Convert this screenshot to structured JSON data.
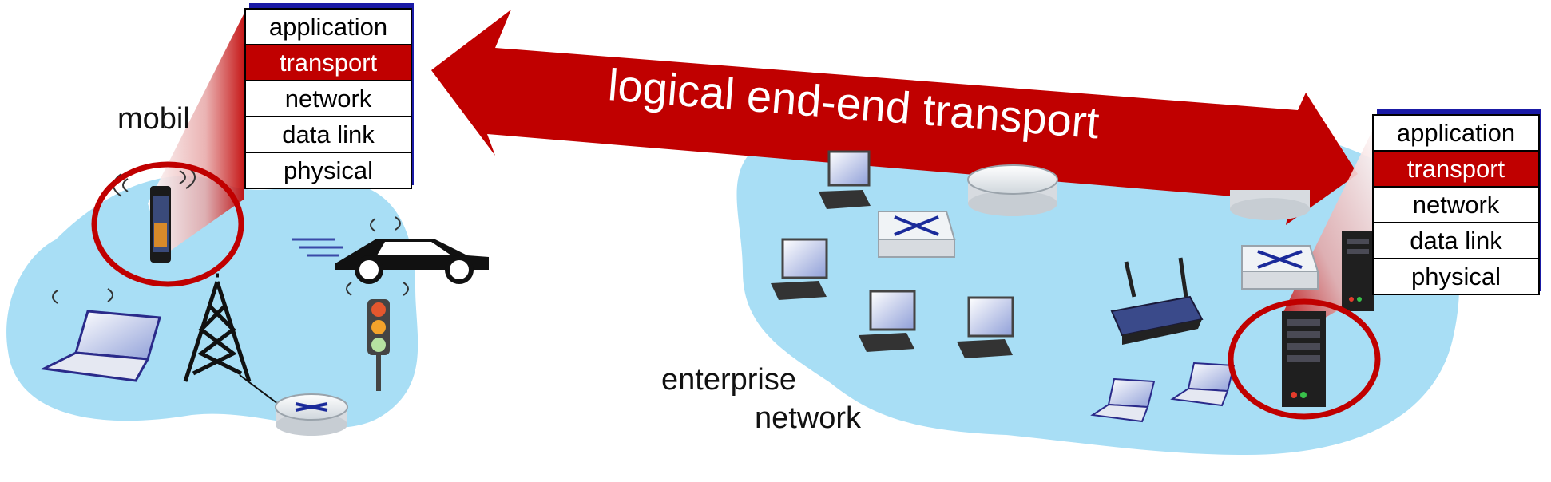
{
  "diagram": {
    "arrow_label": "logical end-end transport",
    "left_network_label": "mobil",
    "enterprise_label_line1": "enterprise",
    "enterprise_label_line2": "network",
    "colors": {
      "arrow": "#c00000",
      "highlight_layer": "#c00000",
      "cloud": "#a8def5",
      "stack_shadow": "#1a1aa6"
    }
  },
  "left_stack": {
    "layers": [
      "application",
      "transport",
      "network",
      "data link",
      "physical"
    ],
    "highlighted": "transport"
  },
  "right_stack": {
    "layers": [
      "application",
      "transport",
      "network",
      "data link",
      "physical"
    ],
    "highlighted": "transport"
  },
  "icons": [
    "smartphone-icon",
    "car-icon",
    "cell-tower-icon",
    "traffic-light-icon",
    "laptop-icon",
    "router-icon",
    "switch-icon",
    "desktop-icon",
    "wireless-router-icon",
    "server-icon"
  ]
}
